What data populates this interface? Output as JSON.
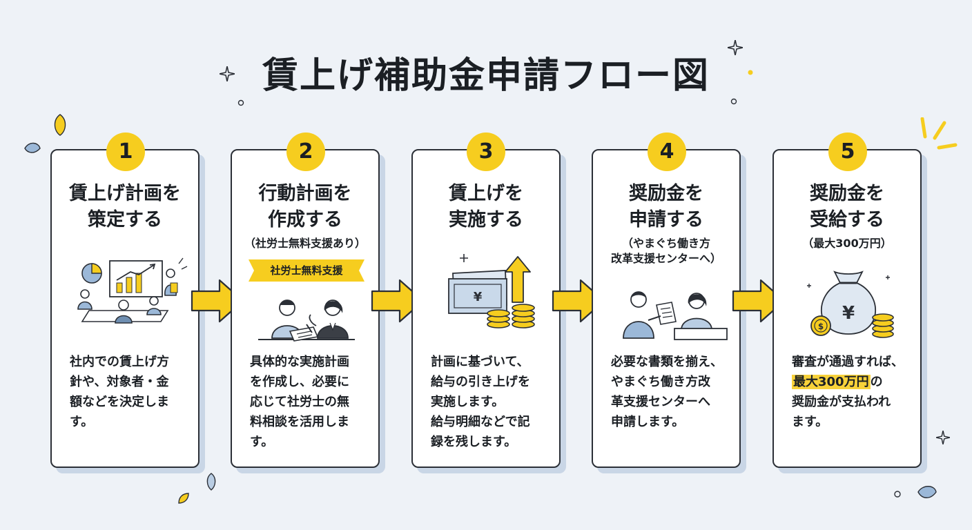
{
  "title": "賃上げ補助金申請フロー図",
  "colors": {
    "accent": "#f6cd1f",
    "card_border": "#2b2f36",
    "shadow": "#c9d6e6",
    "background": "#eef2f7"
  },
  "steps": [
    {
      "number": "1",
      "title": "賃上げ計画を\n策定する",
      "note": "",
      "banner": "",
      "illustration": "meeting-chart-icon",
      "description": "社内での賃上げ方\n針や、対象者・金\n額などを決定しま\nす。"
    },
    {
      "number": "2",
      "title": "行動計画を\n作成する",
      "note": "（社労士無料支援あり）",
      "banner": "社労士無料支援",
      "illustration": "consultation-icon",
      "description": "具体的な実施計画\nを作成し、必要に\n応じて社労士の無\n料相談を活用しま\nす。"
    },
    {
      "number": "3",
      "title": "賃上げを\n実施する",
      "note": "",
      "banner": "",
      "illustration": "yen-bill-coins-arrow-icon",
      "description": "計画に基づいて、\n給与の引き上げを\n実施します。\n給与明細などで記\n録を残します。"
    },
    {
      "number": "4",
      "title": "奨励金を\n申請する",
      "note": "（やまぐち働き方\n改革支援センターへ）",
      "banner": "",
      "illustration": "application-counter-icon",
      "description": "必要な書類を揃え、\nやまぐち働き方改\n革支援センターへ\n申請します。"
    },
    {
      "number": "5",
      "title": "奨励金を\n受給する",
      "note": "（最大300万円）",
      "banner": "",
      "illustration": "money-bag-icon",
      "description_pre": "審査が通過すれば、\n",
      "description_highlight": "最大300万円",
      "description_post": "の\n奨励金が支払われ\nます。"
    }
  ]
}
